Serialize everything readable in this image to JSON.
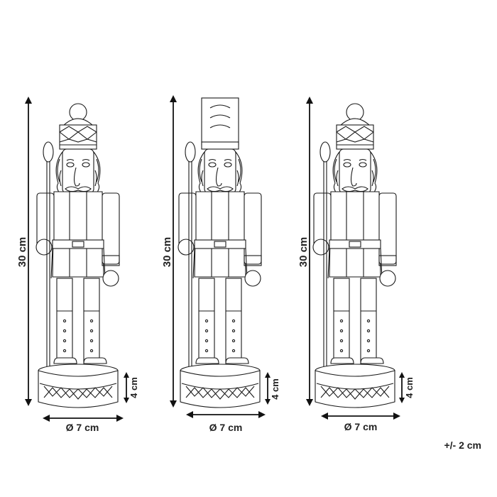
{
  "figures": [
    {
      "id": "left",
      "variant": "crown",
      "height_label": "30 cm",
      "base_height_label": "4 cm",
      "diameter_label": "Ø 7 cm"
    },
    {
      "id": "middle",
      "variant": "tall-hat",
      "height_label": "30 cm",
      "base_height_label": "4 cm",
      "diameter_label": "Ø 7 cm"
    },
    {
      "id": "right",
      "variant": "crown",
      "height_label": "30 cm",
      "base_height_label": "4 cm",
      "diameter_label": "Ø 7 cm"
    }
  ],
  "tolerance_note": "+/- 2 cm",
  "colors": {
    "line": "#1a1a1a",
    "text": "#222222",
    "background": "#ffffff"
  }
}
